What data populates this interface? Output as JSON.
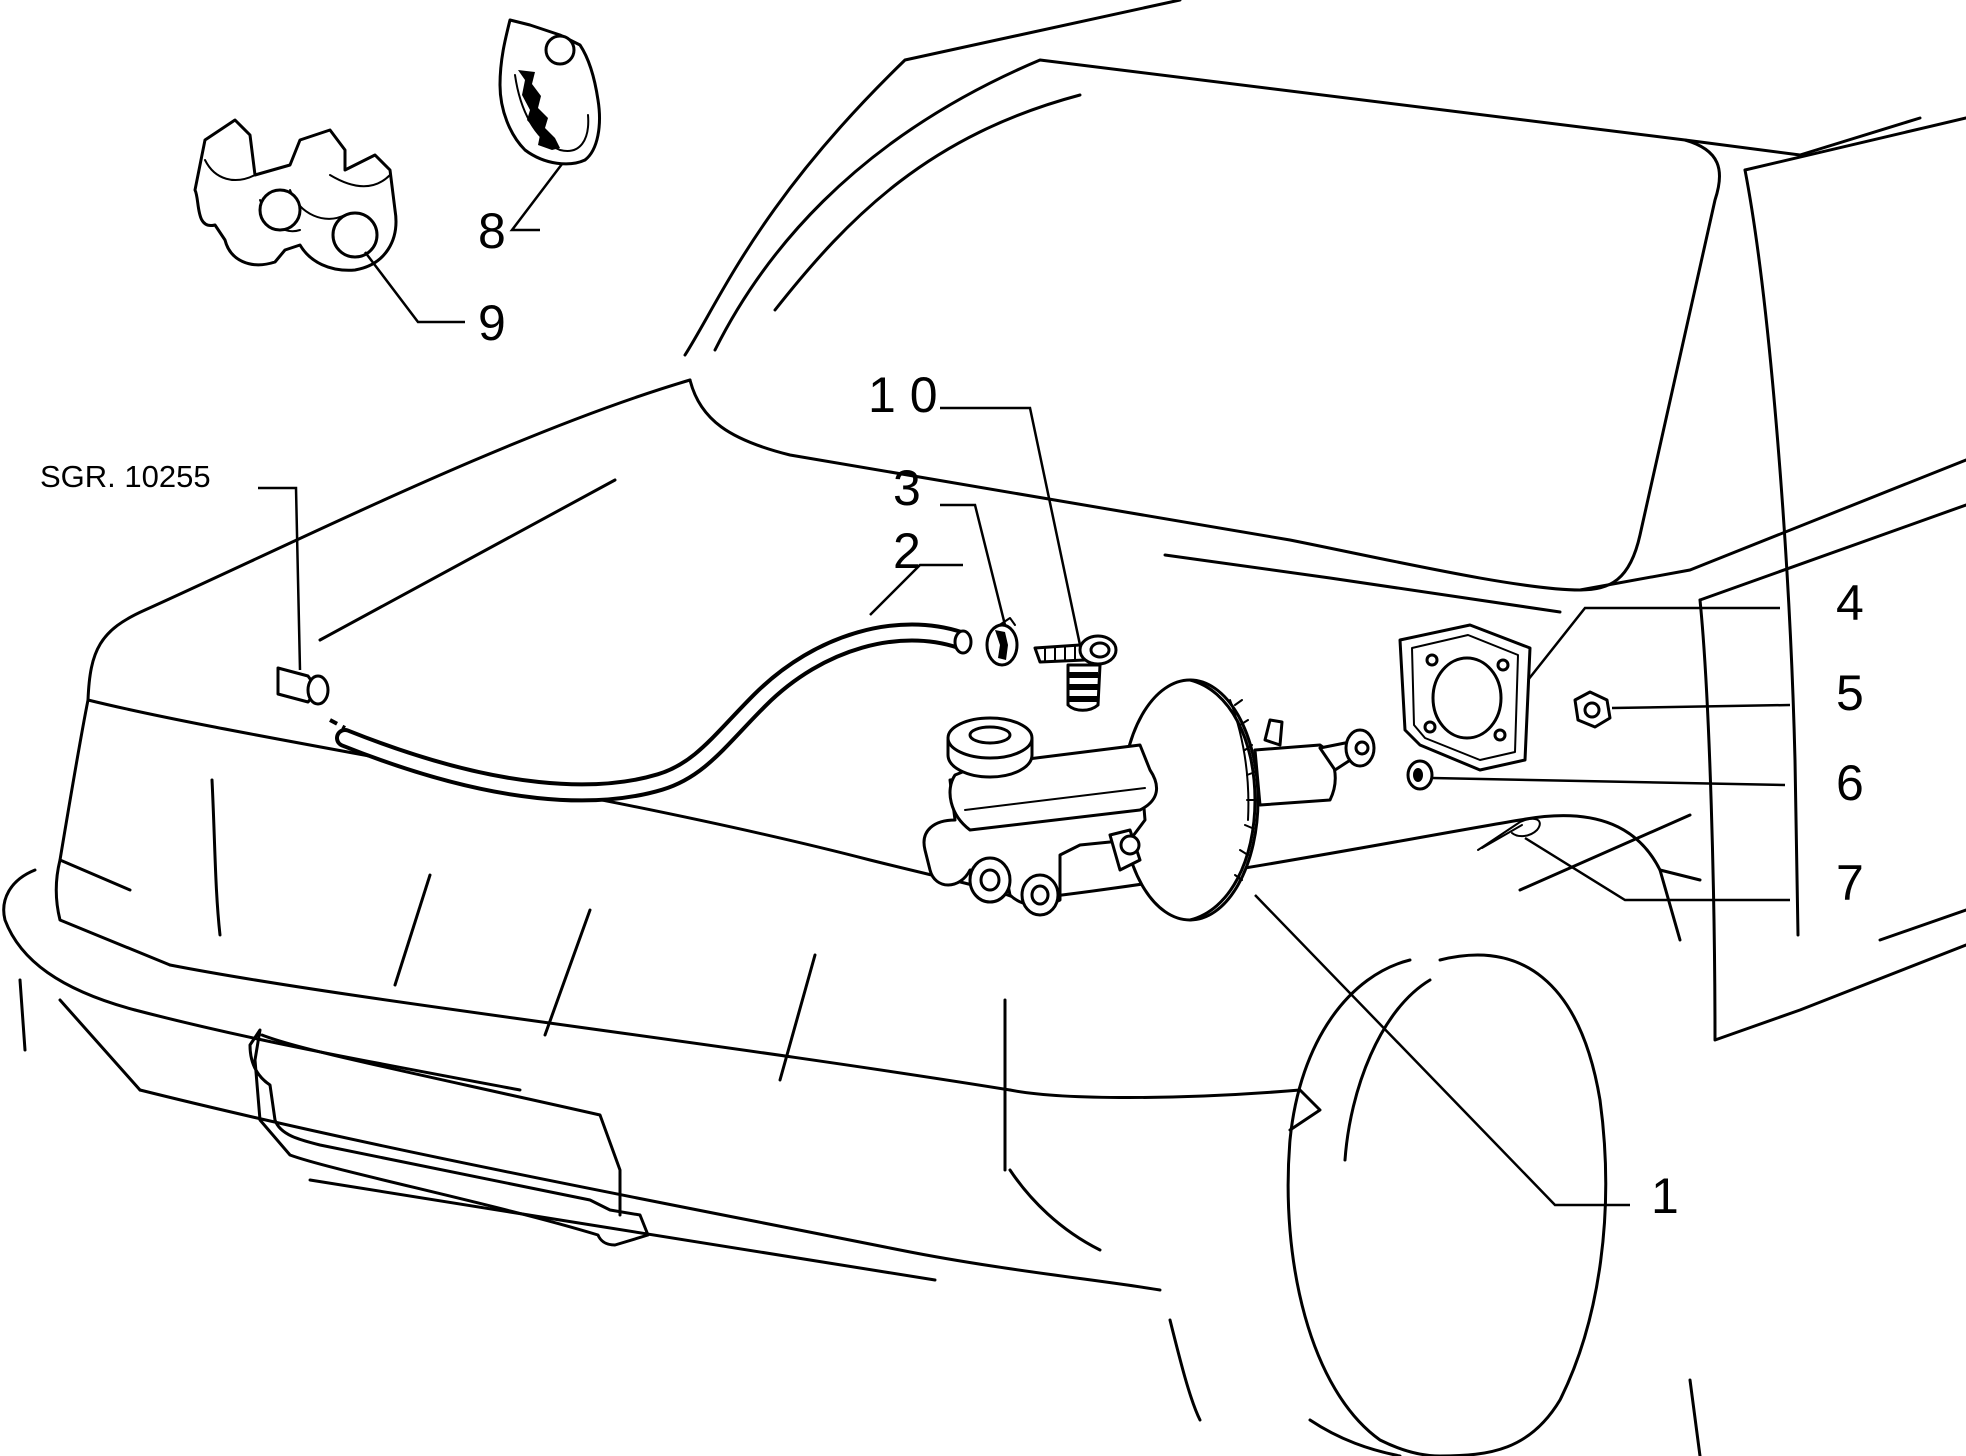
{
  "diagram": {
    "reference": "SGR. 10255",
    "callouts": [
      {
        "id": "1",
        "text": "1"
      },
      {
        "id": "2",
        "text": "2"
      },
      {
        "id": "3",
        "text": "3"
      },
      {
        "id": "4",
        "text": "4"
      },
      {
        "id": "5",
        "text": "5"
      },
      {
        "id": "6",
        "text": "6"
      },
      {
        "id": "7",
        "text": "7"
      },
      {
        "id": "8",
        "text": "8"
      },
      {
        "id": "9",
        "text": "9"
      },
      {
        "id": "10",
        "text": "1 0"
      }
    ]
  }
}
